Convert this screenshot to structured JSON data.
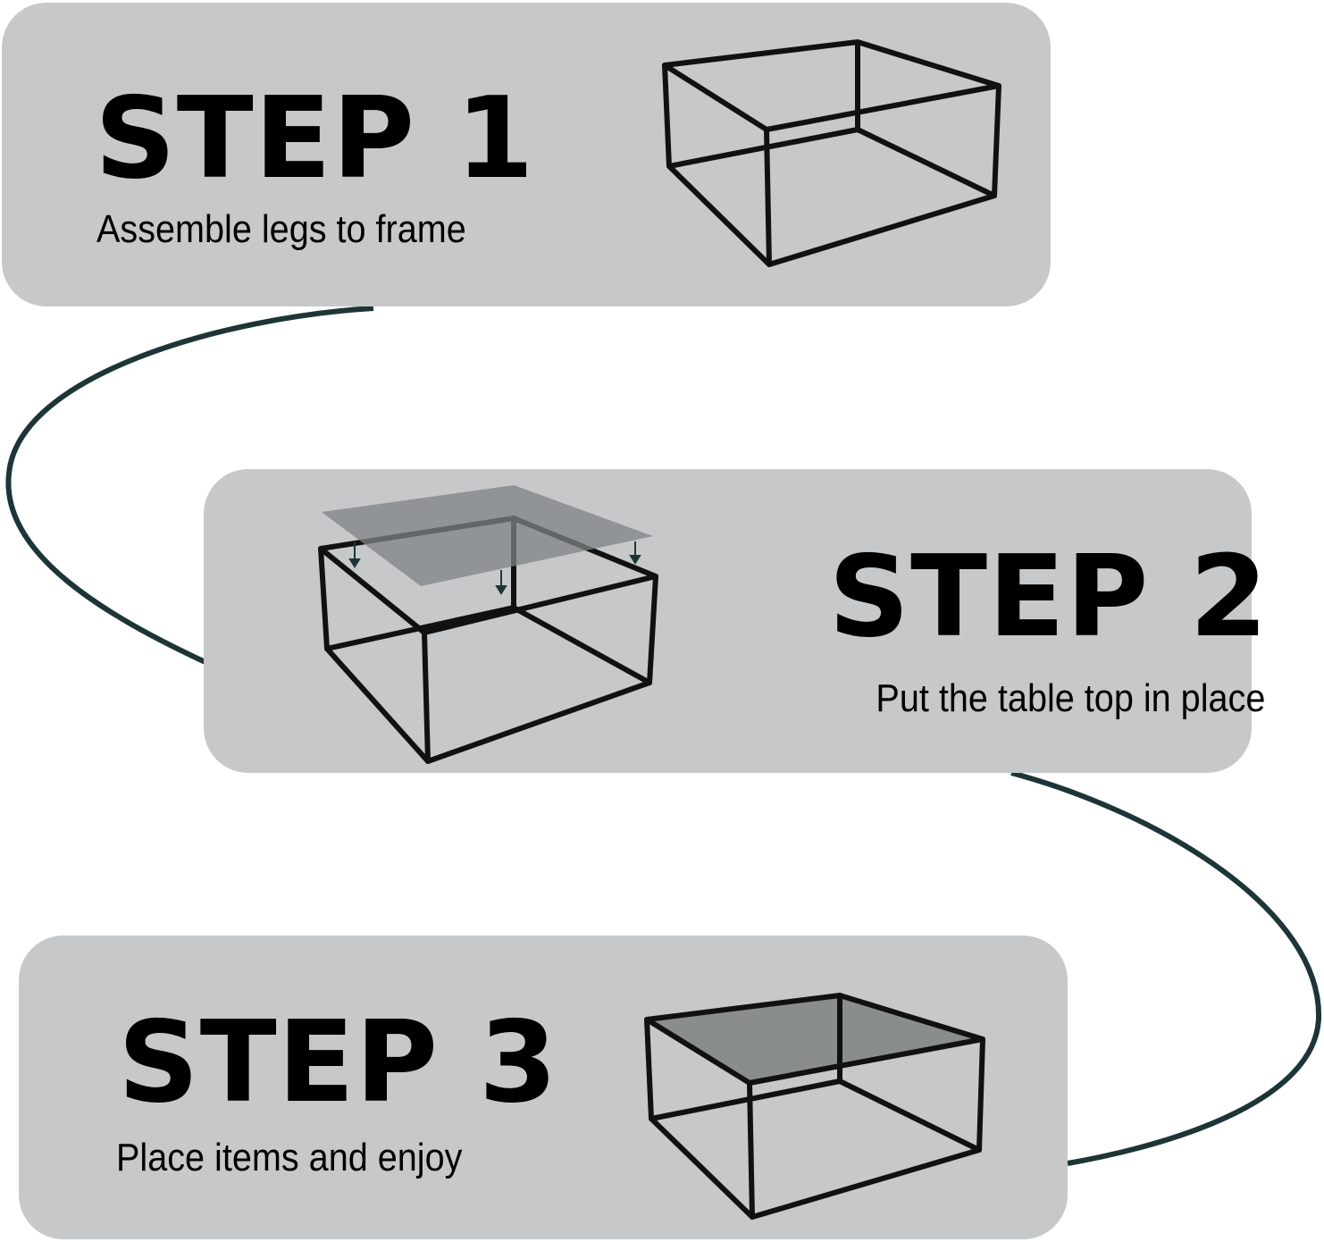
{
  "steps": [
    {
      "title": "STEP 1",
      "description": "Assemble legs to frame"
    },
    {
      "title": "STEP 2",
      "description": "Put the table top in place"
    },
    {
      "title": "STEP 3",
      "description": "Place items and enjoy"
    }
  ],
  "colors": {
    "card_background": "#c7c8c9",
    "connector_line": "#1e3537",
    "frame": "#111111",
    "glass_top": "#7e8384",
    "arrow": "#1e3537"
  },
  "icons": [
    "coffee-table-frame-icon",
    "table-top-placement-icon",
    "assembled-coffee-table-icon",
    "down-arrow-icon"
  ]
}
